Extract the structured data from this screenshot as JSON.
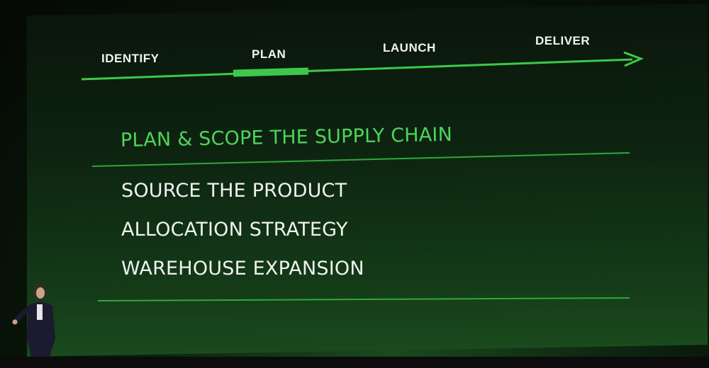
{
  "timeline": {
    "stages": [
      {
        "label": "IDENTIFY"
      },
      {
        "label": "PLAN",
        "active": true
      },
      {
        "label": "LAUNCH"
      },
      {
        "label": "DELIVER"
      }
    ],
    "accent_color": "#3ec84a"
  },
  "content": {
    "heading": "PLAN & SCOPE THE SUPPLY CHAIN",
    "items": [
      "SOURCE THE PRODUCT",
      "ALLOCATION STRATEGY",
      "WAREHOUSE EXPANSION"
    ]
  },
  "colors": {
    "heading": "#4ed45a",
    "text": "#eef2ee",
    "background": "#0d2310"
  }
}
